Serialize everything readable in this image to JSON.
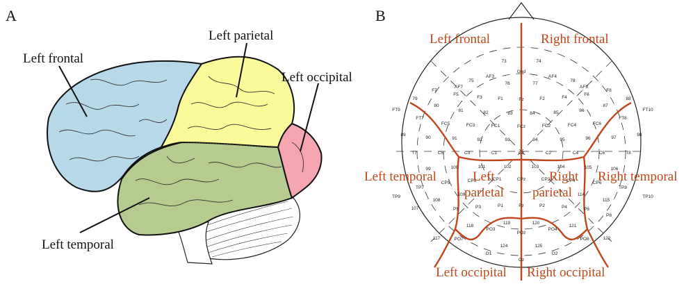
{
  "panels": {
    "a": "A",
    "b": "B"
  },
  "brain": {
    "labels": {
      "frontal": "Left frontal",
      "parietal": "Left parietal",
      "occipital": "Left occipital",
      "temporal": "Left temporal"
    },
    "colors": {
      "frontal": "#b6d8e9",
      "parietal": "#fafa9a",
      "occipital": "#f4a5b0",
      "temporal": "#b5cb8f",
      "cerebellum": "#ffffff"
    }
  },
  "eeg": {
    "region_color": "#c0461b",
    "regions": {
      "left_frontal": "Left frontal",
      "right_frontal": "Right frontal",
      "left_temporal": "Left temporal",
      "right_temporal": "Right temporal",
      "left_parietal_1": "Left",
      "left_parietal_2": "parietal",
      "right_parietal_1": "Right",
      "right_parietal_2": "parietal",
      "left_occipital": "Left occipital",
      "right_occipital": "Right occipital"
    },
    "electrodes": [
      "73",
      "74",
      "AF7",
      "AF8",
      "AF3",
      "Gnd",
      "AF4",
      "75",
      "76",
      "77",
      "78",
      "F7",
      "F8",
      "F5",
      "F3",
      "F1",
      "Fz",
      "F2",
      "F4",
      "F6",
      "79",
      "88",
      "80",
      "87",
      "FT9",
      "FT10",
      "81",
      "82",
      "83",
      "84",
      "85",
      "86",
      "FT7",
      "FT8",
      "89",
      "98",
      "90",
      "97",
      "FC5",
      "FC3",
      "FC1",
      "FCz",
      "FC2",
      "FC4",
      "FC6",
      "91",
      "92",
      "93",
      "94",
      "95",
      "96",
      "T7",
      "C5",
      "C3",
      "C1",
      "Cz",
      "C2",
      "C4",
      "C6",
      "T8",
      "99",
      "100",
      "101",
      "102",
      "103",
      "104",
      "105",
      "106",
      "CP5",
      "CP3",
      "CP1",
      "CPz",
      "CP2",
      "CP4",
      "CP6",
      "TP7",
      "TP8",
      "109",
      "114",
      "TP9",
      "TP10",
      "108",
      "115",
      "107",
      "P5",
      "P3",
      "P1",
      "Pz",
      "P2",
      "P4",
      "P6",
      "P8",
      "118",
      "119",
      "120",
      "121",
      "PO3",
      "POz",
      "PO4",
      "117",
      "PO7",
      "PO8",
      "122",
      "O1",
      "124",
      "125",
      "O2",
      "Oz"
    ]
  }
}
